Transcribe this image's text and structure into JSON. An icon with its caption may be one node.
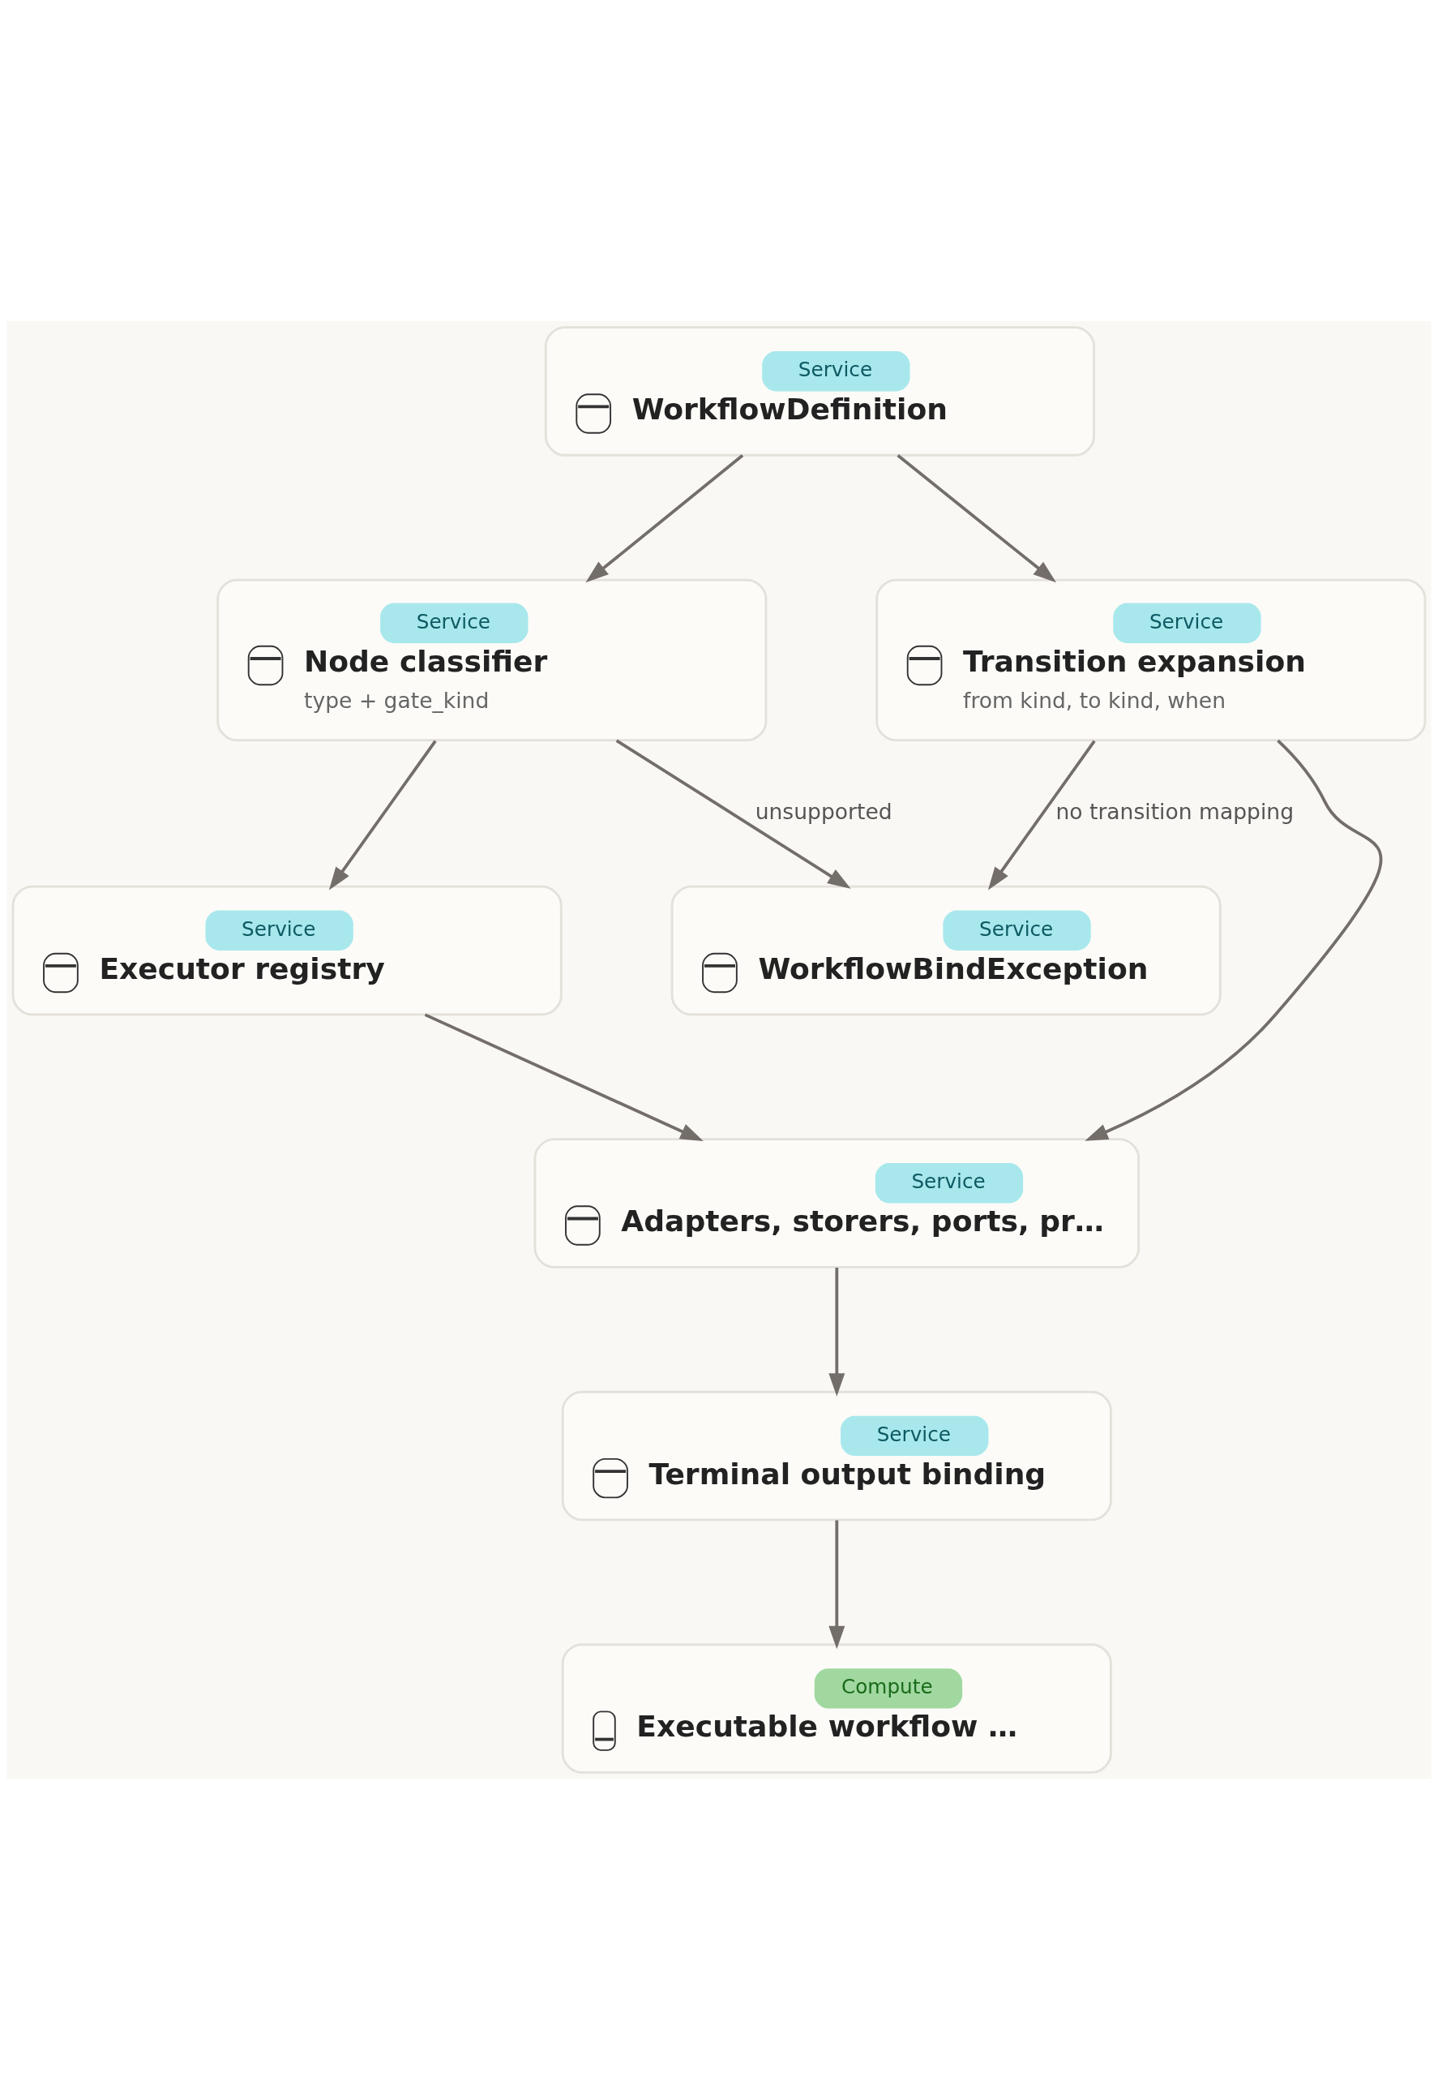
{
  "diagram": {
    "nodes": [
      {
        "text": [
          "Service",
          "WorkflowDefinition"
        ]
      },
      {
        "text": [
          "Service",
          "Node classifier",
          "type + gate_kind"
        ]
      },
      {
        "text": [
          "Service",
          "Transition expansion",
          "from kind, to kind, when"
        ]
      },
      {
        "text": [
          "Service",
          "Executor registry"
        ]
      },
      {
        "text": [
          "Service",
          "WorkflowBindException"
        ]
      },
      {
        "text": [
          "Service",
          "Adapters, storers, ports, pr…"
        ]
      },
      {
        "text": [
          "Service",
          "Terminal output binding"
        ]
      },
      {
        "text": [
          "Compute",
          "Executable workflow …"
        ]
      }
    ],
    "edges": [
      {
        "from": 0,
        "to": 1,
        "arrow": "to"
      },
      {
        "from": 0,
        "to": 2,
        "arrow": "to"
      },
      {
        "from": 1,
        "to": 3,
        "arrow": "to"
      },
      {
        "from": 1,
        "to": 4,
        "arrow": "to",
        "label": "unsupported"
      },
      {
        "from": 2,
        "to": 4,
        "arrow": "to",
        "label": "no transition mapping"
      },
      {
        "from": 2,
        "to": 5,
        "arrow": "to"
      },
      {
        "from": 3,
        "to": 5,
        "arrow": "to"
      },
      {
        "from": 5,
        "to": 6,
        "arrow": "to"
      },
      {
        "from": 6,
        "to": 7,
        "arrow": "to"
      }
    ]
  }
}
